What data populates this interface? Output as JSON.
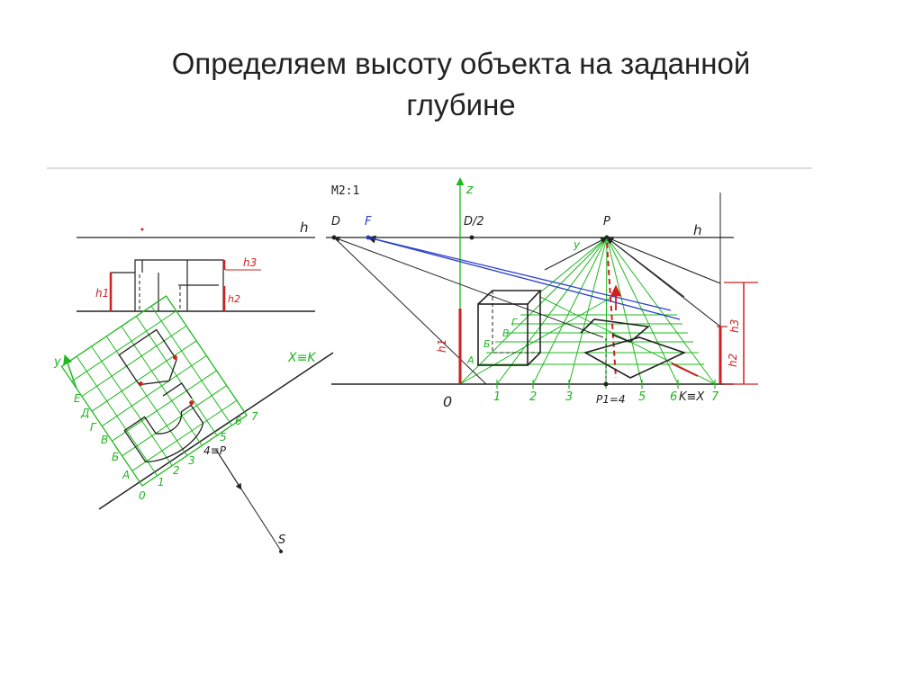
{
  "title": {
    "line1": "Определяем высоту  объекта на заданной",
    "line2": "глубине"
  },
  "colors": {
    "ink": "#222222",
    "grid": "#1fb81f",
    "red": "#d01f1f",
    "blue": "#2b3fc8"
  },
  "elevation": {
    "h": "h",
    "h1": "h1",
    "h2": "h2",
    "h3": "h3"
  },
  "plan": {
    "y_axis": "y",
    "xk": "X≡K",
    "row_labels": [
      "E",
      "Д",
      "Г",
      "В",
      "Б",
      "А"
    ],
    "col_labels": [
      "0",
      "1",
      "2",
      "3",
      "4≡P",
      "5",
      "6",
      "7"
    ],
    "s": "S"
  },
  "perspective": {
    "scale": "M2:1",
    "h_left": "h",
    "h_right": "h",
    "d": "D",
    "f": "F",
    "d2": "D/2",
    "p": "P",
    "z": "z",
    "y": "y",
    "origin": "0",
    "base_ticks": [
      "1",
      "2",
      "3",
      "P1=4",
      "5",
      "6",
      "K≡X",
      "7"
    ],
    "cube_labels": [
      "А",
      "Б",
      "В",
      "Г"
    ],
    "h1": "h1",
    "h2": "h2",
    "h3": "h3"
  }
}
